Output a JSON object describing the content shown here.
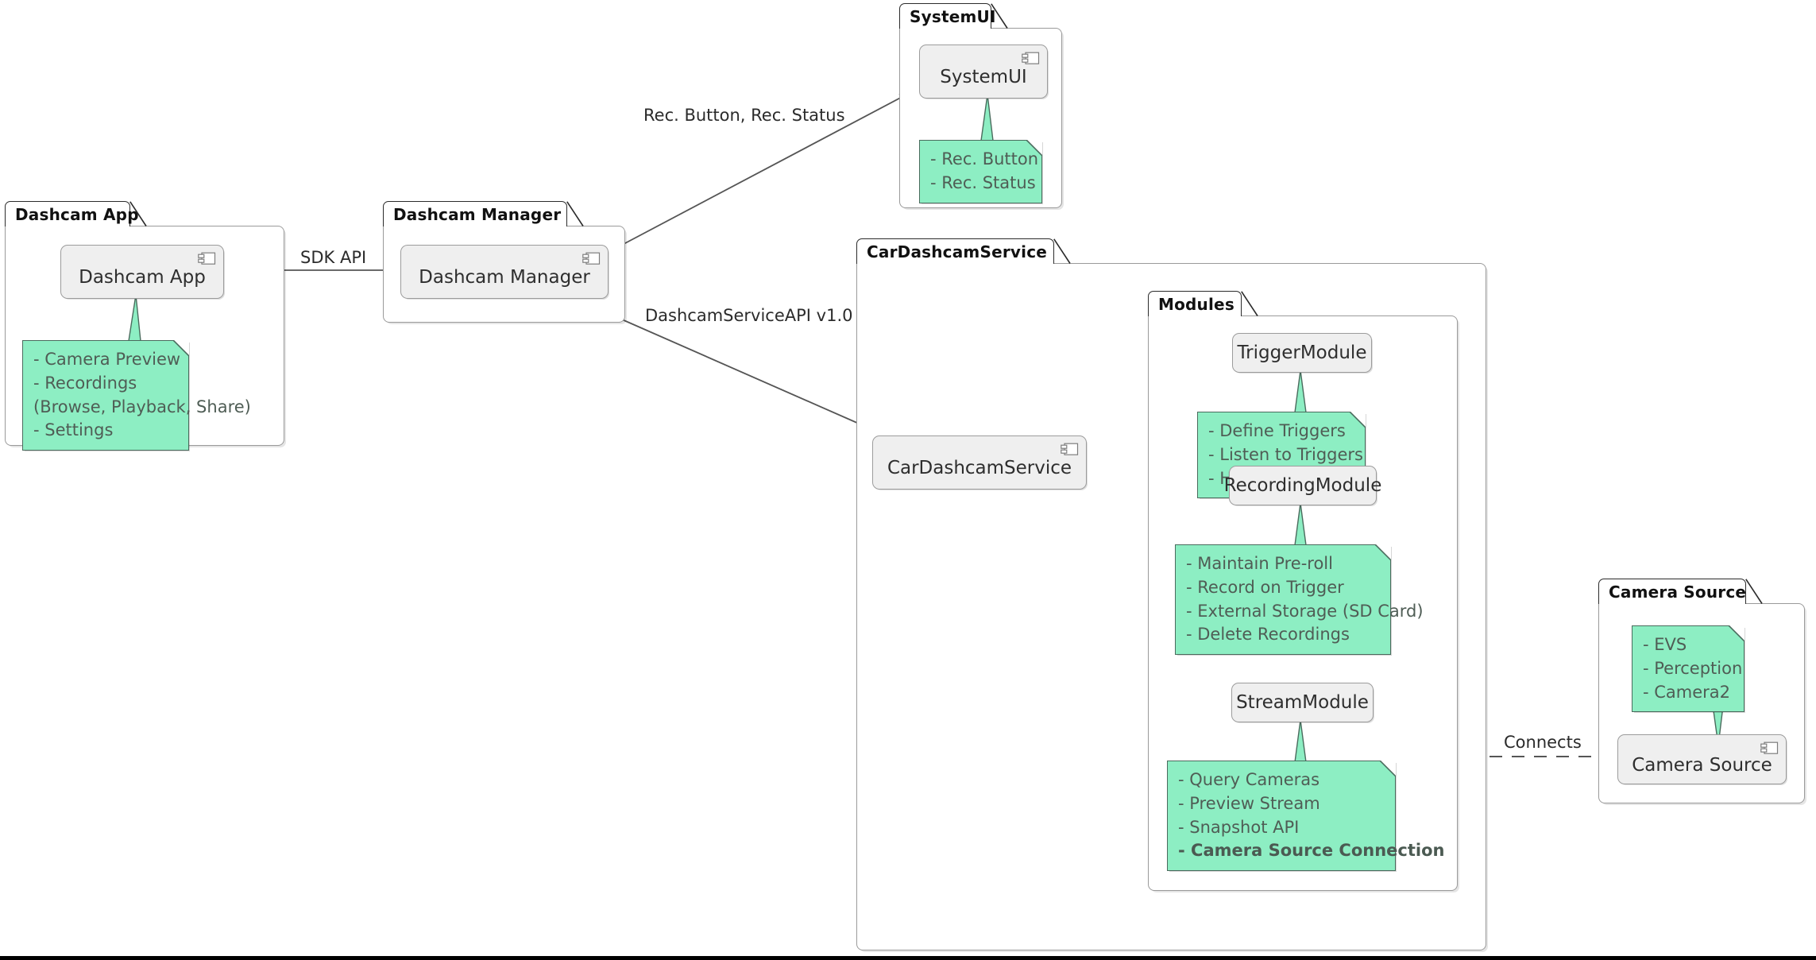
{
  "diagram": {
    "title_visible": false,
    "colors": {
      "note_fill": "#8DEEC3",
      "note_border": "#4a6b5d",
      "note_text": "#4f5d55",
      "component_fill": "#efefef",
      "component_border": "#9c9c9c",
      "package_border": "#9a9a9a",
      "package_tab_border": "#2b2b2b",
      "edge_stroke": "#555555",
      "canvas_bg": "#ffffff",
      "bottom_bar": "#000000"
    },
    "packages": [
      {
        "id": "dashcam-app-package",
        "label": "Dashcam App",
        "component": {
          "id": "dashcam-app-component",
          "label": "Dashcam App",
          "icon": "component-icon"
        },
        "note": {
          "id": "dashcam-app-note",
          "lines": [
            {
              "text": "- Camera Preview",
              "bold": false
            },
            {
              "text": "- Recordings",
              "bold": false
            },
            {
              "text": "  (Browse, Playback, Share)",
              "bold": false
            },
            {
              "text": "- Settings",
              "bold": false
            }
          ]
        }
      },
      {
        "id": "dashcam-manager-package",
        "label": "Dashcam Manager",
        "component": {
          "id": "dashcam-manager-component",
          "label": "Dashcam Manager",
          "icon": "component-icon"
        },
        "note": null
      },
      {
        "id": "systemui-package",
        "label": "SystemUI",
        "component": {
          "id": "systemui-component",
          "label": "SystemUI",
          "icon": "component-icon"
        },
        "note": {
          "id": "systemui-note",
          "lines": [
            {
              "text": "- Rec. Button",
              "bold": false
            },
            {
              "text": "- Rec. Status",
              "bold": false
            }
          ]
        }
      },
      {
        "id": "cardashcamservice-package",
        "label": "CarDashcamService",
        "component": {
          "id": "cardashcamservice-component",
          "label": "CarDashcamService",
          "icon": "component-icon"
        },
        "note": null,
        "child_package": {
          "id": "modules-package",
          "label": "Modules",
          "components": [
            {
              "id": "triggermodule-component",
              "label": "TriggerModule",
              "note": {
                "id": "triggermodule-note",
                "lines": [
                  {
                    "text": "- Define Triggers",
                    "bold": false
                  },
                  {
                    "text": "- Listen to Triggers",
                    "bold": false
                  },
                  {
                    "text": "- Handle Triggers",
                    "bold": false
                  }
                ]
              }
            },
            {
              "id": "recordingmodule-component",
              "label": "RecordingModule",
              "note": {
                "id": "recordingmodule-note",
                "lines": [
                  {
                    "text": "- Maintain Pre-roll",
                    "bold": false
                  },
                  {
                    "text": "- Record on Trigger",
                    "bold": false
                  },
                  {
                    "text": "- External Storage (SD Card)",
                    "bold": false
                  },
                  {
                    "text": "- Delete Recordings",
                    "bold": false
                  }
                ]
              }
            },
            {
              "id": "streammodule-component",
              "label": "StreamModule",
              "note": {
                "id": "streammodule-note",
                "lines": [
                  {
                    "text": "- Query Cameras",
                    "bold": false
                  },
                  {
                    "text": "- Preview Stream",
                    "bold": false
                  },
                  {
                    "text": "- Snapshot API",
                    "bold": false
                  },
                  {
                    "text": "- Camera Source Connection",
                    "bold": true
                  }
                ]
              }
            }
          ]
        }
      },
      {
        "id": "camera-source-package",
        "label": "Camera Source",
        "component": {
          "id": "camera-source-component",
          "label": "Camera Source",
          "icon": "component-icon"
        },
        "note": {
          "id": "camera-source-note",
          "lines": [
            {
              "text": "- EVS",
              "bold": false
            },
            {
              "text": "- Perception",
              "bold": false
            },
            {
              "text": "- Camera2",
              "bold": false
            }
          ]
        }
      }
    ],
    "edges": [
      {
        "id": "edge-sdk-api",
        "label": "SDK API",
        "from": "dashcam-app-component",
        "to": "dashcam-manager-component",
        "style": "solid-arrow"
      },
      {
        "id": "edge-rec-button-status",
        "label": "Rec. Button, Rec. Status",
        "from": "dashcam-manager-component",
        "to": "systemui-component",
        "style": "solid-arrow"
      },
      {
        "id": "edge-dashcamserviceapi",
        "label": "DashcamServiceAPI v1.0",
        "from": "dashcam-manager-component",
        "to": "cardashcamservice-component",
        "style": "solid-arrow"
      },
      {
        "id": "edge-to-triggermodule",
        "label": "",
        "from": "cardashcamservice-component",
        "to": "triggermodule-component",
        "style": "solid-arrow"
      },
      {
        "id": "edge-to-recordingmodule",
        "label": "",
        "from": "cardashcamservice-component",
        "to": "recordingmodule-component",
        "style": "solid-arrow"
      },
      {
        "id": "edge-to-streammodule",
        "label": "",
        "from": "cardashcamservice-component",
        "to": "streammodule-component",
        "style": "solid-arrow-curved"
      },
      {
        "id": "edge-connects",
        "label": "Connects",
        "from": "streammodule-component",
        "to": "camera-source-component",
        "style": "dashed"
      }
    ]
  }
}
